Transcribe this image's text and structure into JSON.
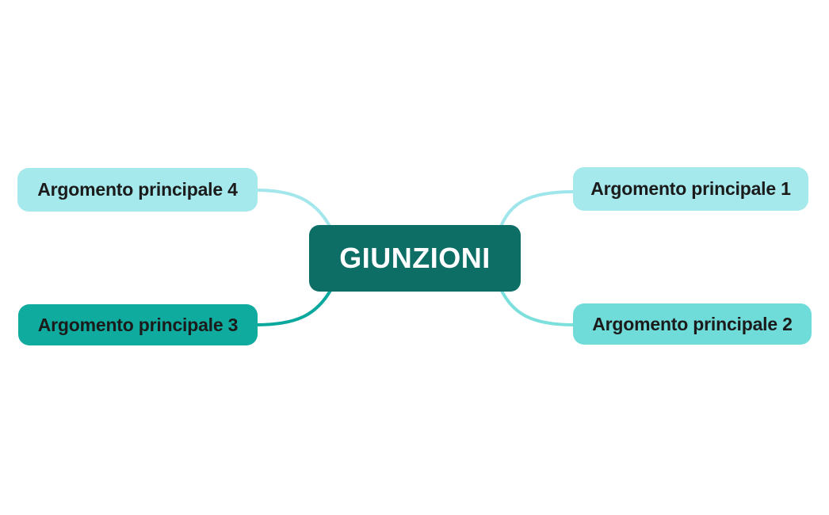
{
  "canvas": {
    "background": "#ffffff"
  },
  "central_node": {
    "label": "GIUNZIONI",
    "bg_color": "#0d6e66",
    "text_color": "#ffffff"
  },
  "topics": [
    {
      "label": "Argomento principale 1",
      "bg_color": "#a5e9ed",
      "text_color": "#1b1b1b",
      "connector_color": "#9fe6ec"
    },
    {
      "label": "Argomento principale 2",
      "bg_color": "#70dcd9",
      "text_color": "#1b1b1b",
      "connector_color": "#7bdfdc"
    },
    {
      "label": "Argomento principale 3",
      "bg_color": "#0fab9f",
      "text_color": "#1b1b1b",
      "connector_color": "#0aa89d"
    },
    {
      "label": "Argomento principale 4",
      "bg_color": "#a5e9ed",
      "text_color": "#1b1b1b",
      "connector_color": "#a3e7ec"
    }
  ]
}
